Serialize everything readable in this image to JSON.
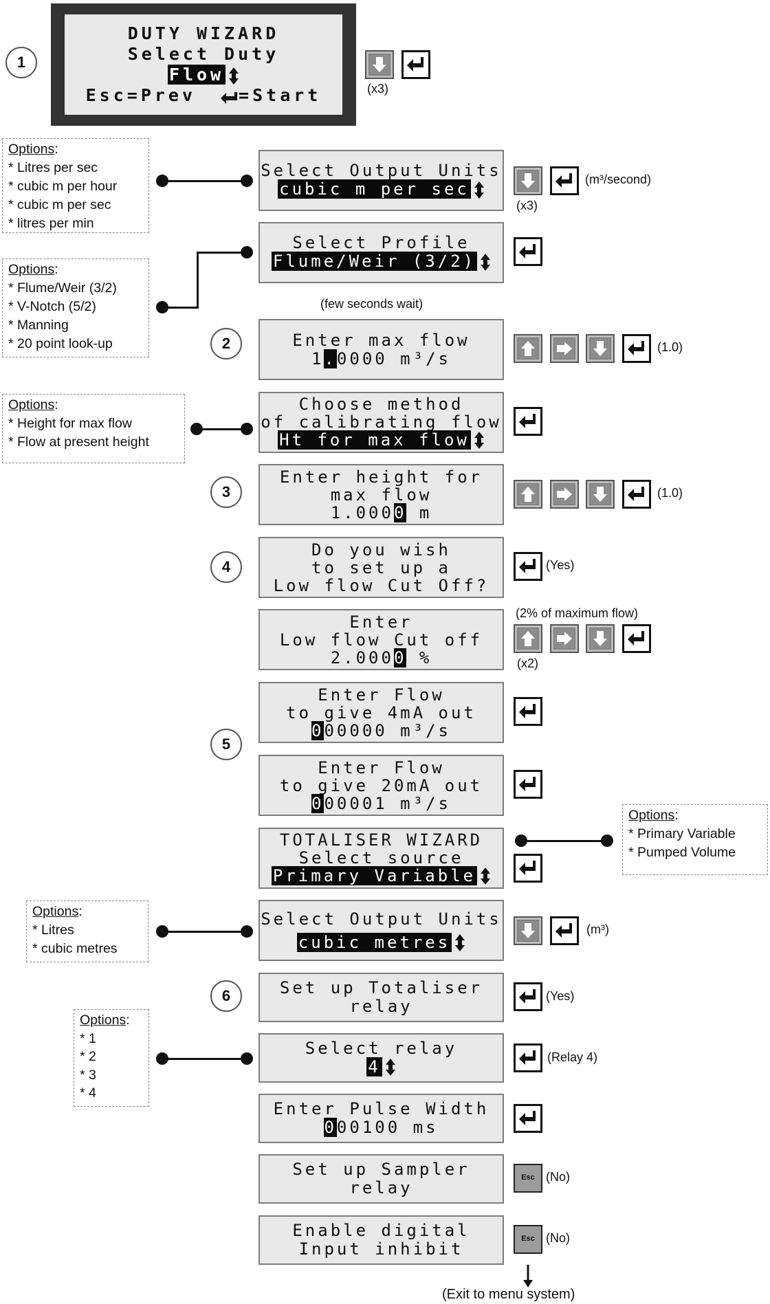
{
  "step_numbers": [
    "1",
    "2",
    "3",
    "4",
    "5",
    "6"
  ],
  "main_display": {
    "line1": "DUTY WIZARD",
    "line2": "Select Duty",
    "value": "Flow",
    "left": "Esc=Prev",
    "right": "=Start"
  },
  "screens": [
    {
      "lines": [
        "Select Output Units"
      ],
      "highlight": "cubic m per sec"
    },
    {
      "lines": [
        "Select Profile"
      ],
      "highlight": "Flume/Weir (3/2)"
    },
    {
      "lines": [
        "Enter max flow"
      ],
      "value_pre": "1",
      "cursor": ".",
      "value_post": "0000 m³/s"
    },
    {
      "lines": [
        "Choose method",
        "of calibrating flow"
      ],
      "highlight": "Ht for max flow"
    },
    {
      "lines": [
        "Enter height for",
        "max flow"
      ],
      "value_pre": "1.000",
      "cursor": "0",
      "value_post": " m"
    },
    {
      "lines": [
        "Do you wish",
        "to set up a",
        "Low flow Cut Off?"
      ]
    },
    {
      "lines": [
        "Enter",
        "Low flow Cut off"
      ],
      "value_pre": "2.000",
      "cursor": "0",
      "value_post": " %"
    },
    {
      "lines": [
        "Enter Flow",
        "to give 4mA out"
      ],
      "value_pre": "",
      "cursor": "0",
      "value_post": "00000 m³/s"
    },
    {
      "lines": [
        "Enter Flow",
        "to give 20mA out"
      ],
      "value_pre": "",
      "cursor": "0",
      "value_post": "00001 m³/s"
    },
    {
      "lines": [
        "TOTALISER WIZARD",
        "Select source"
      ],
      "highlight": "Primary Variable"
    },
    {
      "lines": [
        "Select Output Units"
      ],
      "highlight": "cubic metres"
    },
    {
      "lines": [
        "Set up Totaliser",
        "relay"
      ]
    },
    {
      "lines": [
        "Select relay"
      ],
      "highlight": "4"
    },
    {
      "lines": [
        "Enter Pulse Width"
      ],
      "value_pre": "",
      "cursor": "0",
      "value_post": "00100 ms"
    },
    {
      "lines": [
        "Set up Sampler",
        "relay"
      ]
    },
    {
      "lines": [
        "Enable digital",
        "Input inhibit"
      ]
    }
  ],
  "options": [
    {
      "title": "Options",
      "items": [
        "* Litres per sec",
        "* cubic m per hour",
        "* cubic m per sec",
        "* litres per min"
      ]
    },
    {
      "title": "Options",
      "items": [
        "* Flume/Weir (3/2)",
        "* V-Notch (5/2)",
        "* Manning",
        "* 20 point look-up"
      ]
    },
    {
      "title": "Options",
      "items": [
        "* Height for max flow",
        "* Flow at present height"
      ]
    },
    {
      "title": "Options",
      "items": [
        "* Primary Variable",
        "* Pumped Volume"
      ]
    },
    {
      "title": "Options",
      "items": [
        "* Litres",
        "* cubic metres"
      ]
    },
    {
      "title": "Options",
      "items": [
        "* 1",
        "* 2",
        "* 3",
        "* 4"
      ]
    }
  ],
  "notes": {
    "x3_a": "(x3)",
    "m3_second": "(m³/second)",
    "x3_b": "(x3)",
    "few_seconds": "(few seconds wait)",
    "val_1_a": "(1.0)",
    "val_1_b": "(1.0)",
    "yes_a": "(Yes)",
    "two_percent": "(2% of maximum flow)",
    "x2": "(x2)",
    "m3": "(m³)",
    "yes_b": "(Yes)",
    "relay4": "(Relay 4)",
    "no_a": "(No)",
    "no_b": "(No)",
    "exit": "(Exit to menu system)"
  },
  "esc_label": "Esc",
  "icons": [
    "down-arrow-icon",
    "up-arrow-icon",
    "right-arrow-icon",
    "enter-icon",
    "esc-key-icon",
    "up-down-arrow-icon"
  ]
}
